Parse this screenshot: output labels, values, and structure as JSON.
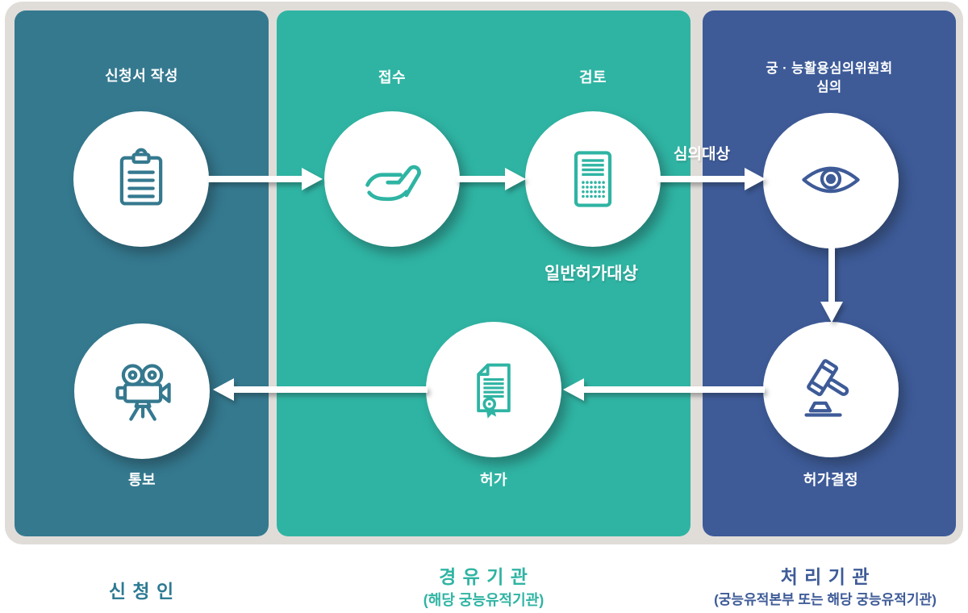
{
  "colors": {
    "frame_bg": "#E0DDD9",
    "applicant_panel": "#35798F",
    "via_panel": "#2FB4A3",
    "processing_panel": "#3E5B98",
    "circle_bg": "#FFFFFF",
    "arrow": "#FFFFFF",
    "step_label_text": "#FFFFFF"
  },
  "columns": [
    {
      "id": "applicant",
      "title": "신 청 인",
      "subtitle": ""
    },
    {
      "id": "via",
      "title": "경 유 기 관",
      "subtitle": "(해당 궁능유적기관)"
    },
    {
      "id": "processing",
      "title": "처 리 기 관",
      "subtitle": "(궁능유적본부 또는 해당 궁능유적기관)"
    }
  ],
  "steps": [
    {
      "id": "write-application",
      "label": "신청서 작성",
      "icon": "clipboard-icon"
    },
    {
      "id": "receipt",
      "label": "접수",
      "icon": "hand-icon"
    },
    {
      "id": "review",
      "label": "검토",
      "icon": "document-grid-icon"
    },
    {
      "id": "committee-review",
      "label_line1": "궁 · 능활용심의위원회",
      "label_line2": "심의",
      "icon": "eye-icon"
    },
    {
      "id": "permit-decision",
      "label": "허가결정",
      "icon": "gavel-icon"
    },
    {
      "id": "permit",
      "label": "허가",
      "icon": "certificate-icon"
    },
    {
      "id": "notification",
      "label": "통보",
      "icon": "movie-camera-icon"
    }
  ],
  "annotations": {
    "deliberation_target": "심의대상",
    "general_permit_target": "일반허가대상"
  }
}
